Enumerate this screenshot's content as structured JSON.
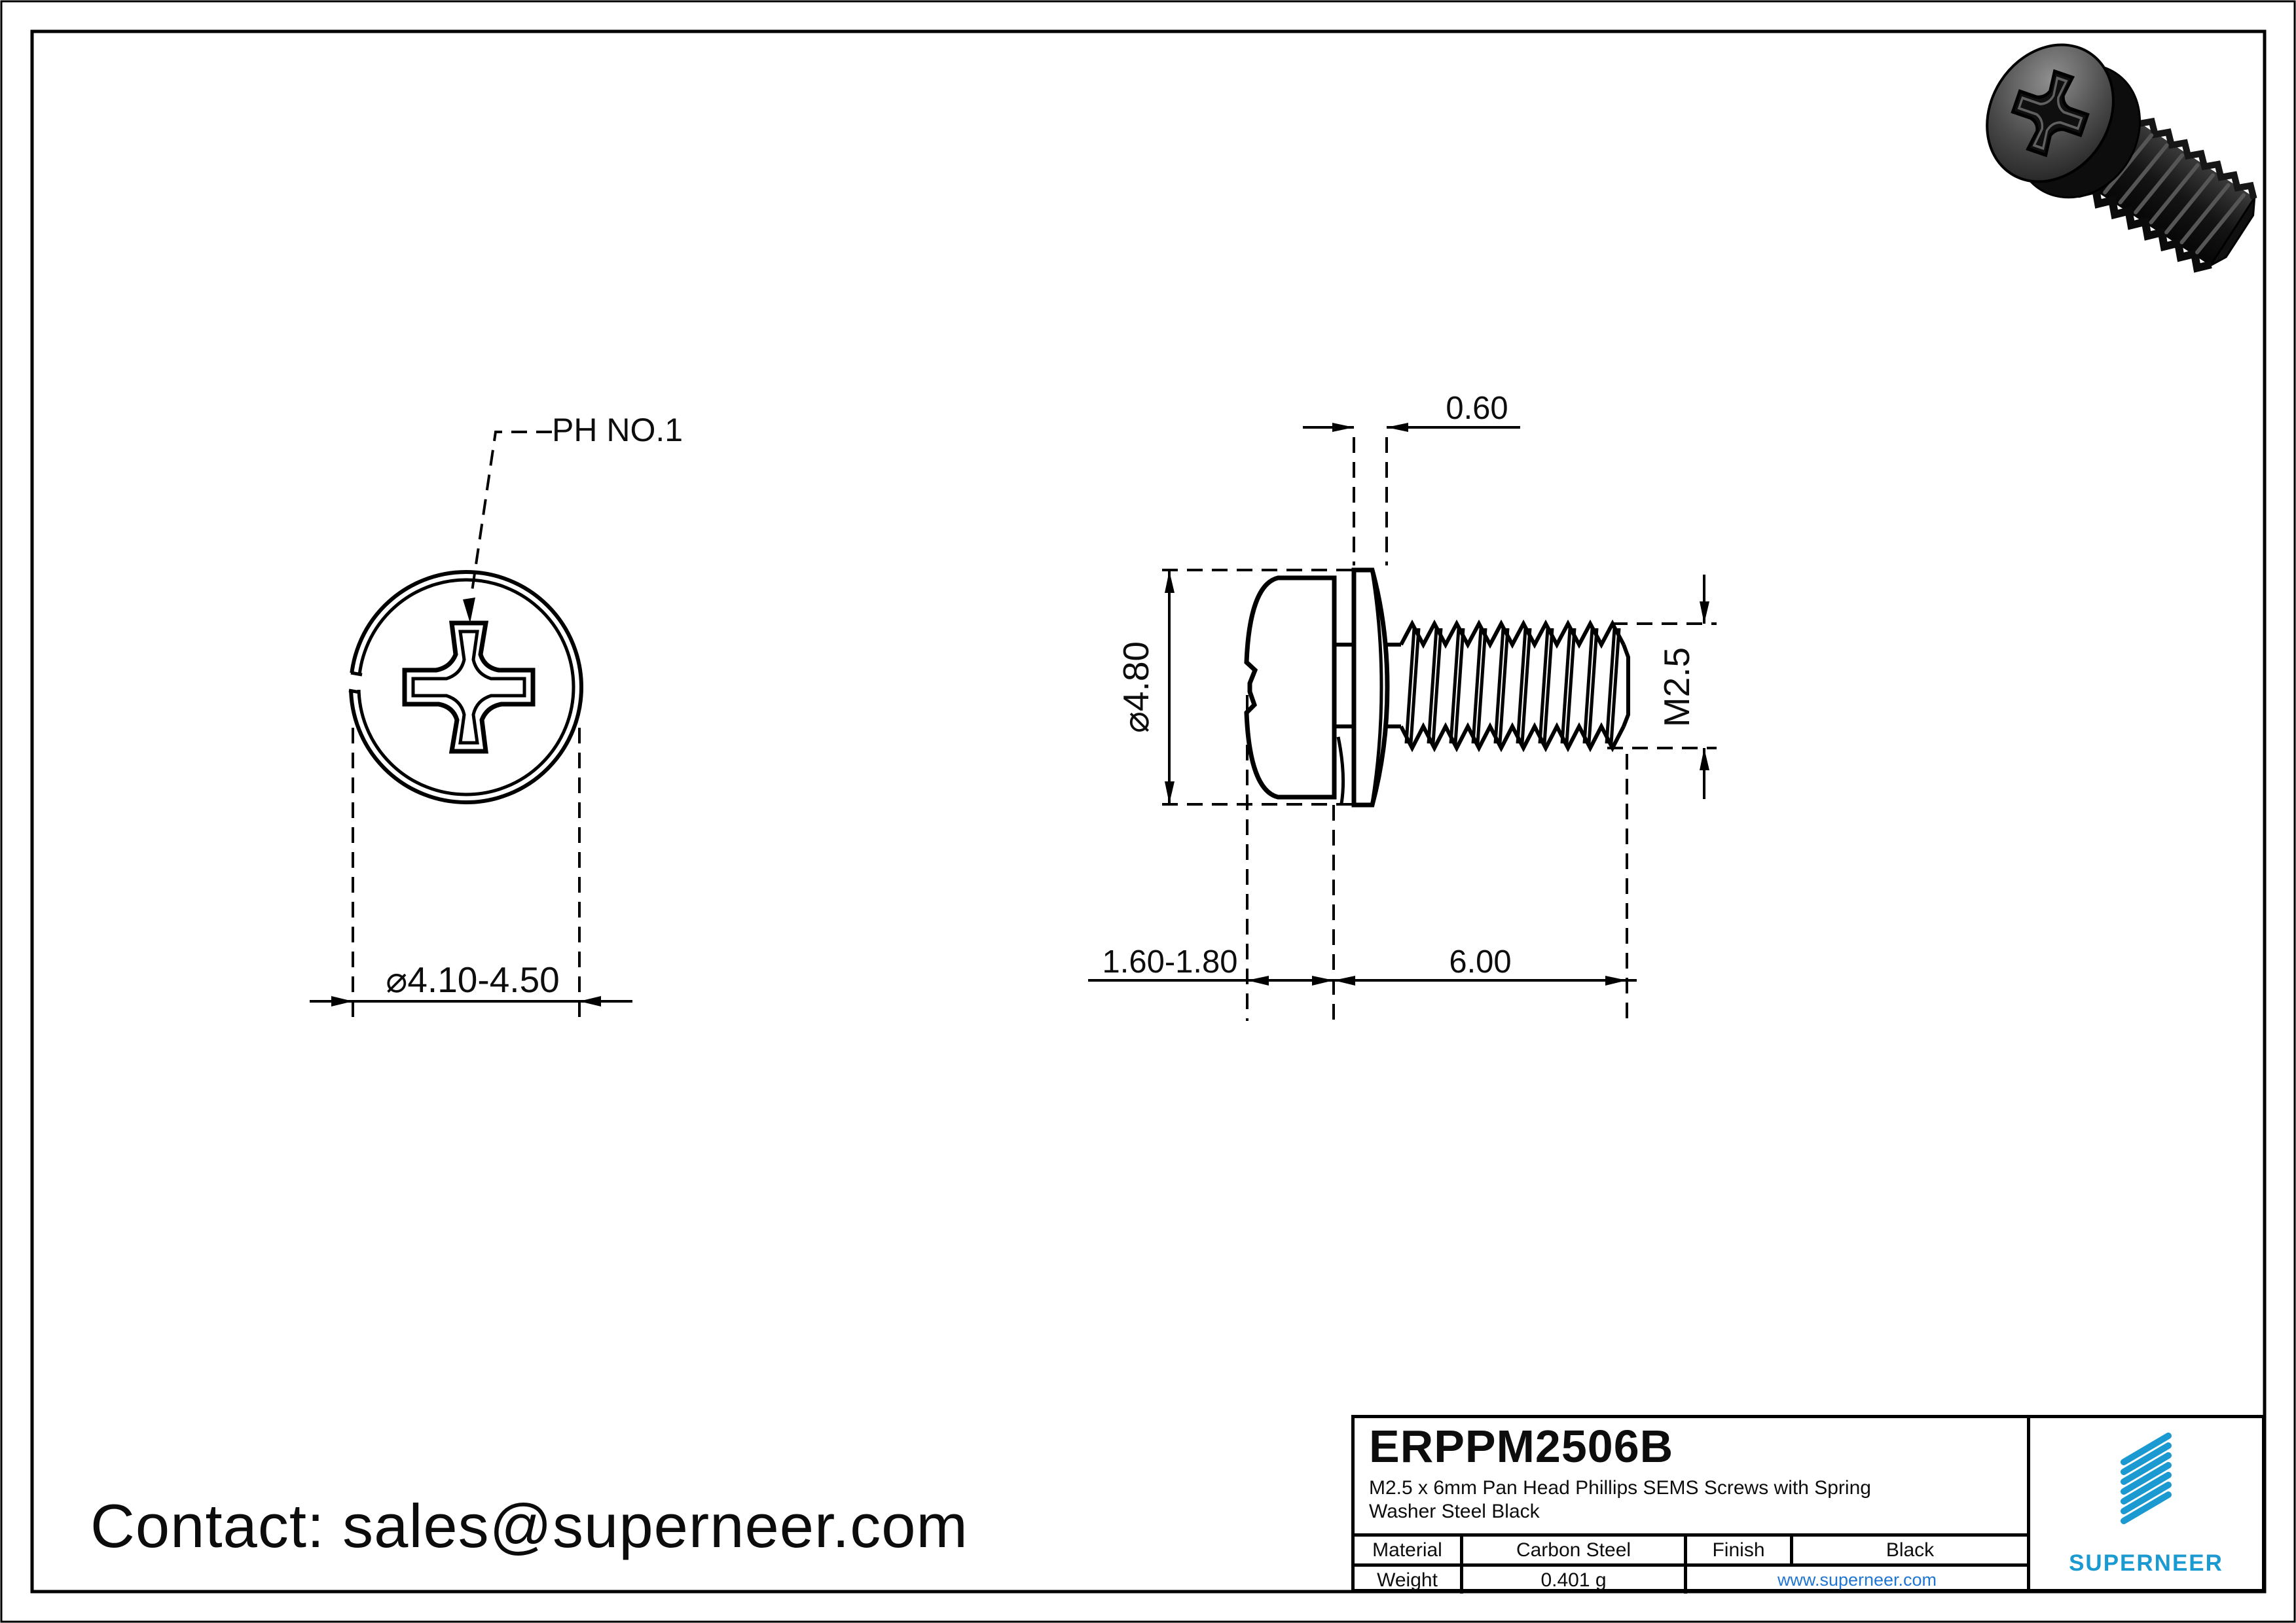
{
  "page": {
    "contact_line": "Contact: sales@superneer.com"
  },
  "views": {
    "top": {
      "leader_label": "PH NO.1",
      "head_diameter_dim": "⌀4.10-4.50"
    },
    "side": {
      "washer_thickness_dim": "0.60",
      "head_diameter_dim": "⌀4.80",
      "thread_size_dim": "M2.5",
      "head_height_dim": "1.60-1.80",
      "thread_length_dim": "6.00"
    }
  },
  "title_block": {
    "part_number": "ERPPM2506B",
    "description_line1": "M2.5 x 6mm Pan Head Phillips SEMS Screws with Spring",
    "description_line2": "Washer Steel Black",
    "material_label": "Material",
    "material_value": "Carbon Steel",
    "finish_label": "Finish",
    "finish_value": "Black",
    "weight_label": "Weight",
    "weight_value": "0.401 g",
    "website": "www.superneer.com",
    "brand": "SUPERNEER",
    "brand_color": "#1b9ad2",
    "link_color": "#2176d2"
  }
}
